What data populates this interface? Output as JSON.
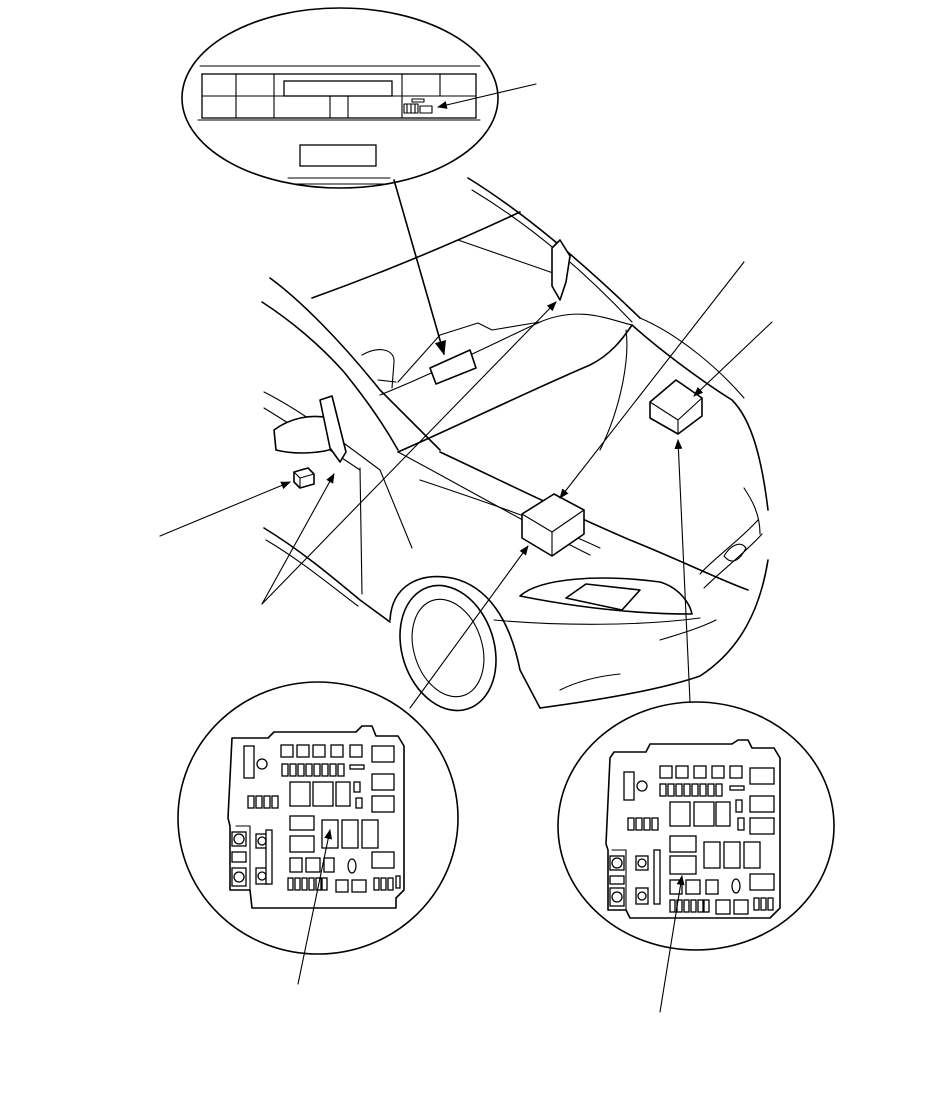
{
  "diagram": {
    "kind": "component location illustration",
    "components": [
      {
        "name": "dashboard-label-detail",
        "icon": "label-callout-circle"
      },
      {
        "name": "under-hood-fuse-relay-box-a",
        "icon": "fuse-box-icon"
      },
      {
        "name": "under-hood-fuse-relay-box-b",
        "icon": "fuse-box-icon"
      },
      {
        "name": "dash-relay",
        "icon": "relay-icon"
      }
    ],
    "labels": []
  }
}
